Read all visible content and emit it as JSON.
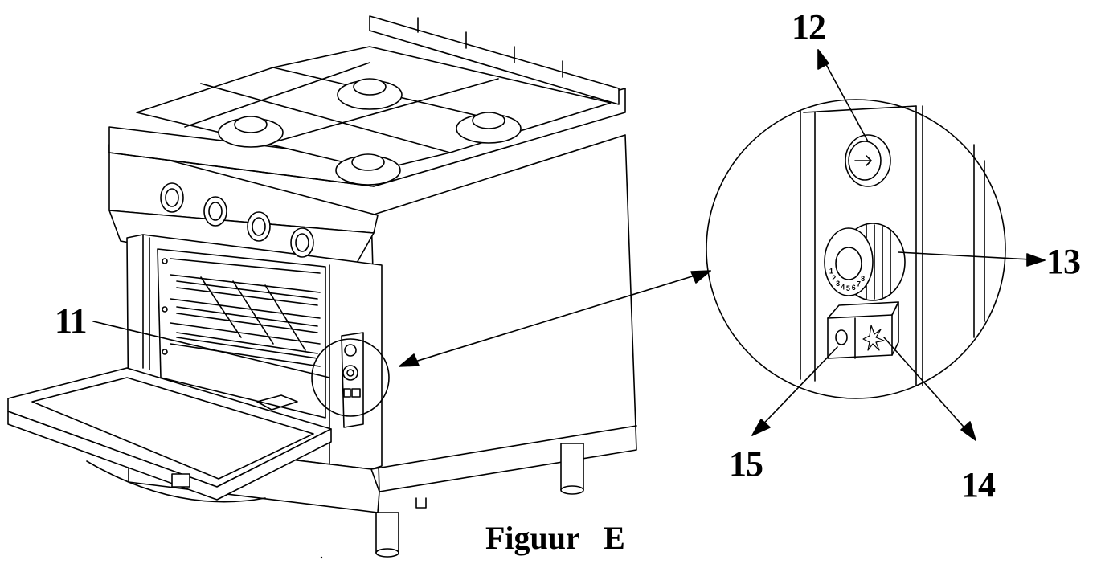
{
  "figure": {
    "caption": "Figuur   E"
  },
  "callouts": [
    {
      "id": "11",
      "label": "11"
    },
    {
      "id": "12",
      "label": "12"
    },
    {
      "id": "13",
      "label": "13"
    },
    {
      "id": "14",
      "label": "14"
    },
    {
      "id": "15",
      "label": "15"
    }
  ],
  "thermostat": {
    "scale": [
      "1",
      "2",
      "3",
      "4",
      "5",
      "6",
      "7",
      "8"
    ]
  },
  "colors": {
    "line": "#000000",
    "fill": "#ffffff"
  },
  "icons": {
    "cooker": "gas-range-oven-illustration",
    "pilot": "pilot-button-icon",
    "igniter": "spark-igniter-icon"
  }
}
